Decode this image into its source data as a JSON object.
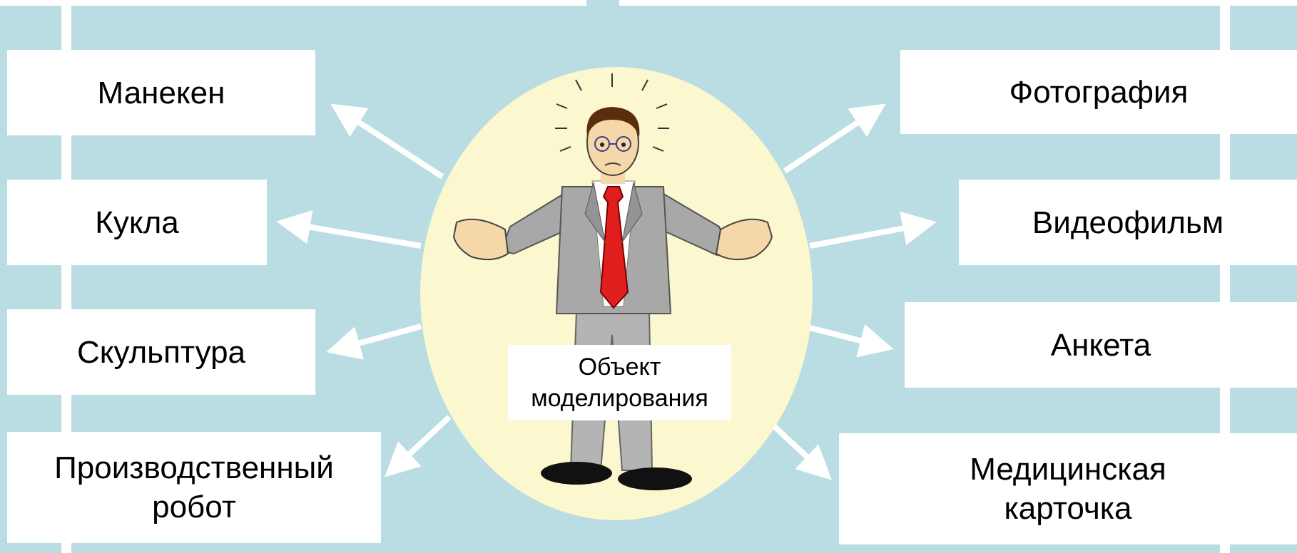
{
  "diagram": {
    "center": {
      "line1": "Объект",
      "line2": "моделирования"
    },
    "left": [
      {
        "lines": [
          "Манекен"
        ]
      },
      {
        "lines": [
          "Кукла"
        ]
      },
      {
        "lines": [
          "Скульптура"
        ]
      },
      {
        "lines": [
          "Производственный",
          "робот"
        ]
      }
    ],
    "right": [
      {
        "lines": [
          "Фотография"
        ]
      },
      {
        "lines": [
          "Видеофильм"
        ]
      },
      {
        "lines": [
          "Анкета"
        ]
      },
      {
        "lines": [
          "Медицинская",
          "карточка"
        ]
      }
    ],
    "colors": {
      "background": "#b9dde2",
      "ellipse": "#fbf7cf",
      "arrow": "#ffffff",
      "tie": "#e01e1e",
      "suit": "#a8a8a8"
    },
    "icons": [
      "man-shrugging-icon"
    ]
  }
}
